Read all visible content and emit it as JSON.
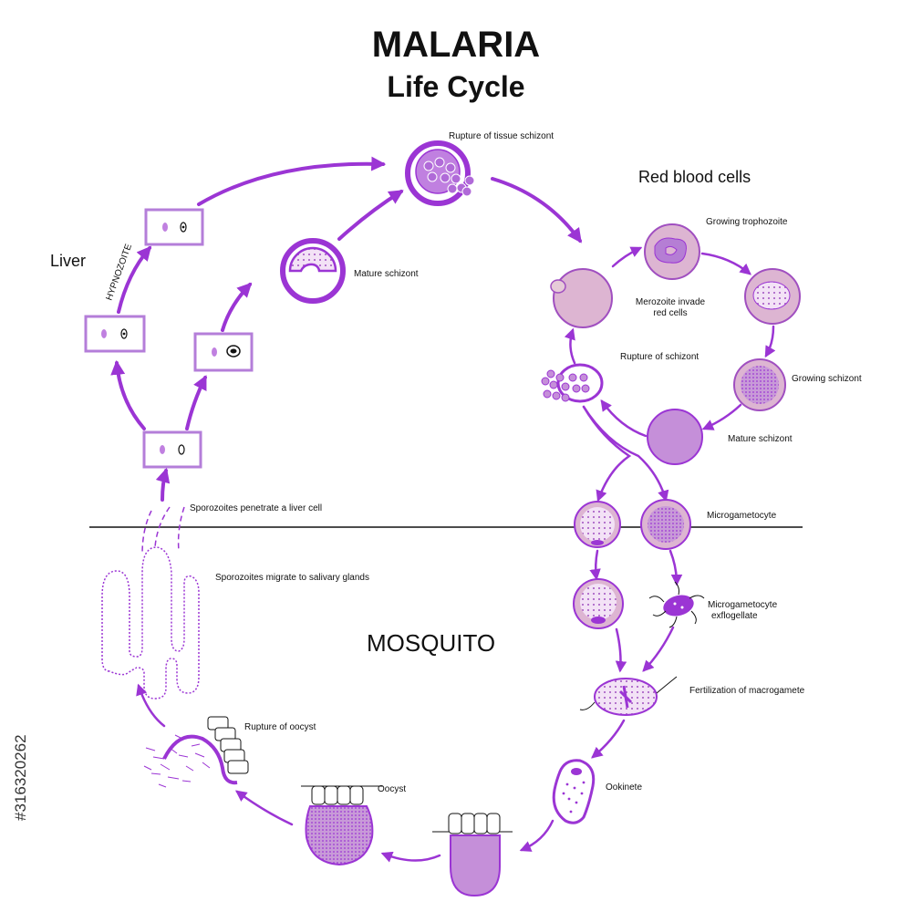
{
  "title": "MALARIA",
  "subtitle": "Life Cycle",
  "sections": {
    "liver": "Liver",
    "red_blood_cells": "Red blood cells",
    "mosquito": "MOSQUITO",
    "hypnozoite": "HYPNOZOITE"
  },
  "labels": {
    "rupture_tissue_schizont": "Rupture of tissue schizont",
    "mature_schizont_liver": "Mature schizont",
    "growing_trophozoite": "Growing trophozoite",
    "merozoite_invade_1": "Merozoite invade",
    "merozoite_invade_2": "red cells",
    "rupture_of_schizont": "Rupture of schizont",
    "growing_schizont": "Growing schizont",
    "mature_schizont_blood": "Mature schizont",
    "microgametocyte": "Microgametocyte",
    "microgametocyte_exflagellate_1": "Microgametocyte",
    "microgametocyte_exflagellate_2": "exflogellate",
    "fertilization": "Fertilization of macrogamete",
    "ookinete": "Ookinete",
    "oocyst": "Oocyst",
    "rupture_of_oocyst": "Rupture of oocyst",
    "sporozoites_penetrate": "Sporozoites penetrate a liver cell",
    "sporozoites_migrate": "Sporozoites migrate to salivary glands"
  },
  "stock_id": "#316320262",
  "colors": {
    "arrow": "#9b35d4",
    "cell_border": "#b47ed9",
    "rbc": "#ddb5d2",
    "parasite": "#c080e0"
  }
}
